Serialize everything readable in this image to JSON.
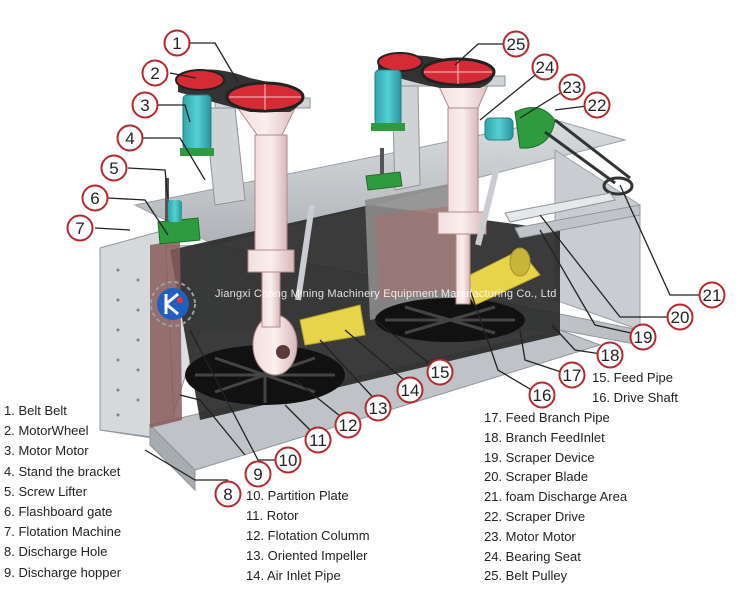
{
  "watermark": "Jiangxi Chang Mining Machinery Equipment Manufacturing Co., Ltd",
  "callouts": [
    "1",
    "2",
    "3",
    "4",
    "5",
    "6",
    "7",
    "8",
    "9",
    "10",
    "11",
    "12",
    "13",
    "14",
    "15",
    "16",
    "17",
    "18",
    "19",
    "20",
    "21",
    "22",
    "23",
    "24",
    "25"
  ],
  "legend": {
    "col1": [
      "1. Belt Belt",
      "2. MotorWheel",
      "3. Motor Motor",
      "4. Stand the bracket",
      "5. Screw Lifter",
      "6. Flashboard gate",
      "7. Flotation Machine",
      "8. Discharge Hole",
      "9. Discharge hopper"
    ],
    "col2": [
      "10. Partition Plate",
      "11. Rotor",
      "12. Flotation Columm",
      "13. Oriented Impeller",
      "14. Air Inlet Pipe"
    ],
    "col3a": [
      "15. Feed Pipe",
      "16. Drive Shaft"
    ],
    "col3b": [
      "17. Feed Branch Pipe",
      "18. Branch FeedInlet",
      "19. Scraper Device",
      "20. Scraper Blade",
      "21. foam Discharge Area",
      "22. Scraper Drive",
      "23. Motor Motor",
      "24. Bearing Seat",
      "25. Belt Pulley"
    ]
  },
  "colors": {
    "callout_ring": "#b5282d",
    "leader": "#222222",
    "belt": "#333333",
    "pulley": "#d62b35",
    "motor": "#3bbfc4",
    "green": "#2e9c3e",
    "frame": "#cfd3d6",
    "tank_dark": "#1c1c1c",
    "impeller_pink": "#e8c4c4",
    "feed_pipe": "#e7d44a"
  }
}
